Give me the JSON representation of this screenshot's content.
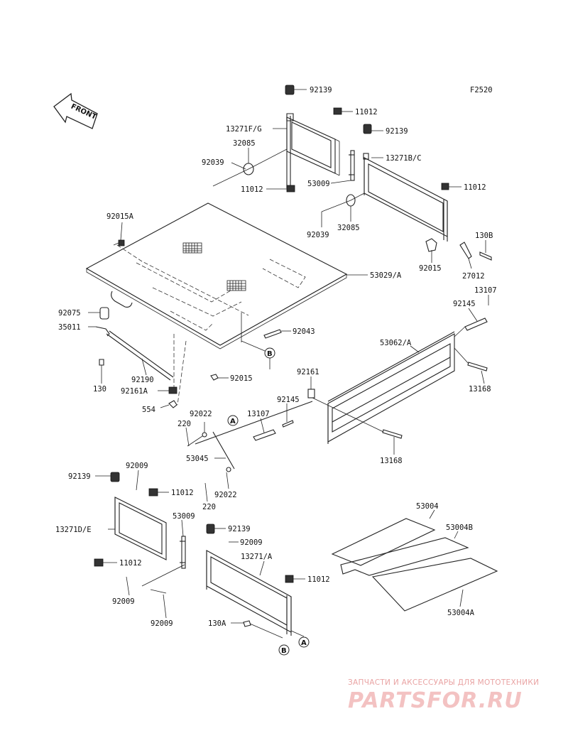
{
  "figure_code": "F2520",
  "front_label": "FRONT",
  "ref_a": "A",
  "ref_b": "B",
  "callouts": {
    "p92139_top": "92139",
    "p11012_a": "11012",
    "p13271FG": "13271F/G",
    "p92139_b": "92139",
    "p32085_a": "32085",
    "p92039_a": "92039",
    "p13271BC": "13271B/C",
    "p11012_b": "11012",
    "p53009_a": "53009",
    "p11012_c": "11012",
    "p92015A": "92015A",
    "p92039_b": "92039",
    "p32085_b": "32085",
    "p130B": "130B",
    "p92015_a": "92015",
    "p53029A": "53029/A",
    "p27012": "27012",
    "p13107_a": "13107",
    "p92145_a": "92145",
    "p92075": "92075",
    "p35011": "35011",
    "p92043": "92043",
    "p53062A": "53062/A",
    "p130": "130",
    "p92190": "92190",
    "p92015_b": "92015",
    "p13168_a": "13168",
    "p92161A": "92161A",
    "p92161": "92161",
    "p554": "554",
    "p92022_a": "92022",
    "p13107_b": "13107",
    "p92145_b": "92145",
    "p220_a": "220",
    "p53045": "53045",
    "p13168_b": "13168",
    "p92139_c": "92139",
    "p92009_a": "92009",
    "p11012_d": "11012",
    "p92022_b": "92022",
    "p220_b": "220",
    "p53009_b": "53009",
    "p53004": "53004",
    "p13271DE": "13271D/E",
    "p92139_d": "92139",
    "p92009_b": "92009",
    "p53004B": "53004B",
    "p13271A": "13271/A",
    "p11012_e": "11012",
    "p11012_f": "11012",
    "p92009_c": "92009",
    "p92009_d": "92009",
    "p53004A": "53004A",
    "p130A": "130A"
  },
  "watermark": {
    "line1": "ЗАПЧАСТИ И АКСЕССУАРЫ ДЛЯ МОТОТЕХНИКИ",
    "line2": "PARTSFOR.RU"
  }
}
